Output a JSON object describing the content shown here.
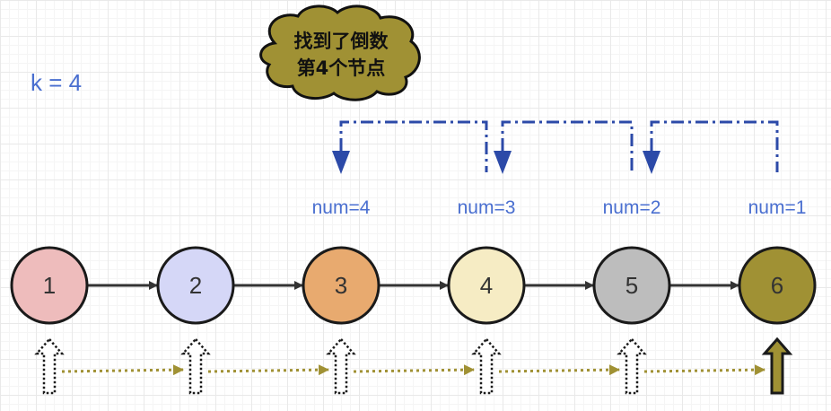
{
  "k_label": "k = 4",
  "cloud": {
    "line1": "找到了倒数",
    "line2": "第4个节点"
  },
  "nodes": [
    {
      "label": "1",
      "fill": "#eebcbc"
    },
    {
      "label": "2",
      "fill": "#d5d7f7"
    },
    {
      "label": "3",
      "fill": "#e8aa6f"
    },
    {
      "label": "4",
      "fill": "#f6ecc4"
    },
    {
      "label": "5",
      "fill": "#bdbdbd"
    },
    {
      "label": "6",
      "fill": "#a09134"
    }
  ],
  "num_labels": [
    {
      "text": "num=4",
      "node": 2
    },
    {
      "text": "num=3",
      "node": 3
    },
    {
      "text": "num=2",
      "node": 4
    },
    {
      "text": "num=1",
      "node": 5
    }
  ],
  "colors": {
    "accent_blue": "#4a6fd0",
    "bracket_blue": "#2c4aa8",
    "cloud_fill": "#a09134",
    "pointer_gold": "#a09134",
    "link_dark": "#333333"
  },
  "active_pointer_node": 5
}
